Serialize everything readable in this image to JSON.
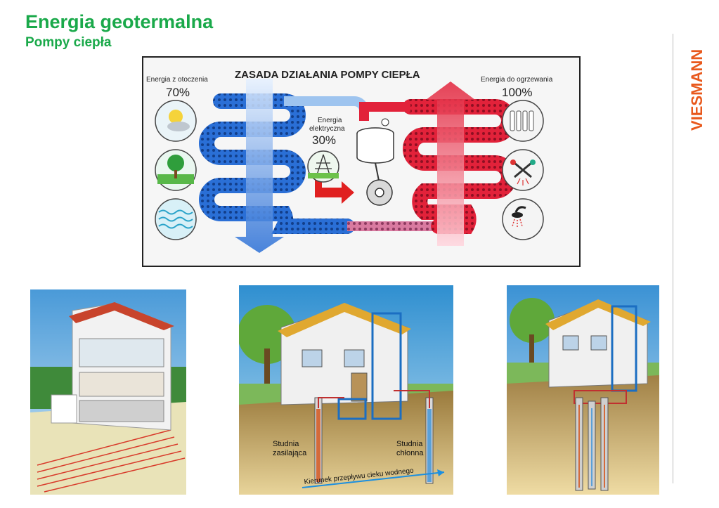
{
  "header": {
    "title": "Energia geotermalna",
    "subtitle": "Pompy ciepła"
  },
  "brand": {
    "name": "VIESMANN",
    "color": "#e8581c"
  },
  "diagram": {
    "title": "ZASADA DZIAŁANIA POMPY CIEPŁA",
    "left_label": "Energia z otoczenia",
    "left_percent": "70%",
    "right_label": "Energia do ogrzewania",
    "right_percent": "100%",
    "center_label_line1": "Energia",
    "center_label_line2": "elektryczna",
    "center_percent": "30%"
  },
  "photos": {
    "well_supply": {
      "line1": "Studnia",
      "line2": "zasilająca"
    },
    "well_return": {
      "line1": "Studnia",
      "line2": "chłonna"
    },
    "flow_direction": "Kierunek przepływu cieku wodnego"
  },
  "colors": {
    "accent_green": "#1aa94a",
    "cold": "#2a6fd6",
    "hot": "#e2223a"
  }
}
